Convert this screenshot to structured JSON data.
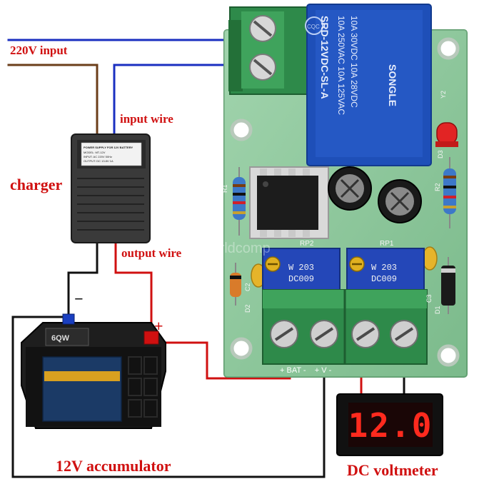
{
  "labels": {
    "input_220v": "220V input",
    "input_wire": "input wire",
    "charger": "charger",
    "output_wire": "output wire",
    "accumulator": "12V accumulator",
    "voltmeter": "DC voltmeter",
    "minus": "−",
    "plus": "+",
    "watermark": "worldcomp"
  },
  "relay": {
    "lines": [
      "SRD-12VDC-SL-A",
      "10A 250VAC 10A 125VAC",
      "10A 30VDC 10A 28VDC"
    ],
    "brand": "SONGLE",
    "cqc": "CQC"
  },
  "board": {
    "pot_lines": [
      "W 203",
      "DC009"
    ],
    "rp1": "RP1",
    "rp2": "RP2",
    "terminal_text": "+ BAT -    + V -",
    "silk": [
      "R1",
      "R2",
      "D1",
      "D2",
      "D3",
      "C2",
      "C3",
      "Y2"
    ]
  },
  "charger_plate": [
    "POWER SUPPLY FOR 12V BATTERY",
    "MODEL: MT-12V",
    "INPUT: AC 220V 50Hz",
    "OUTPUT: DC 13.8V 1A"
  ],
  "voltmeter_display": "12.0",
  "battery_plate": "6QW"
}
